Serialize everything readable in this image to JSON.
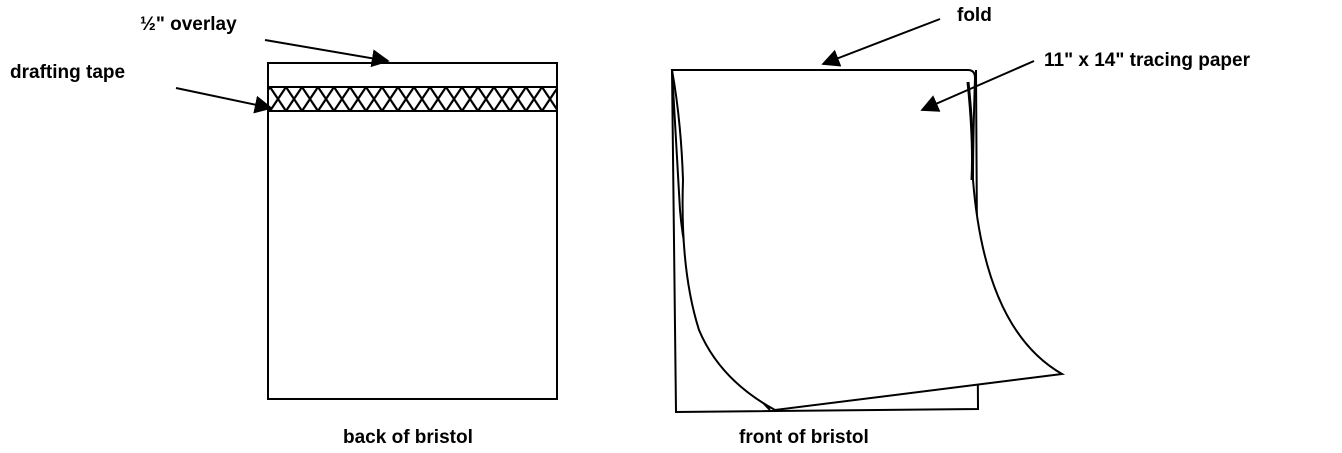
{
  "labels": {
    "overlay": "½\" overlay",
    "drafting_tape": "drafting tape",
    "fold": "fold",
    "tracing_paper": "11\" x 14\" tracing paper",
    "back_caption": "back of bristol",
    "front_caption": "front of bristol"
  }
}
